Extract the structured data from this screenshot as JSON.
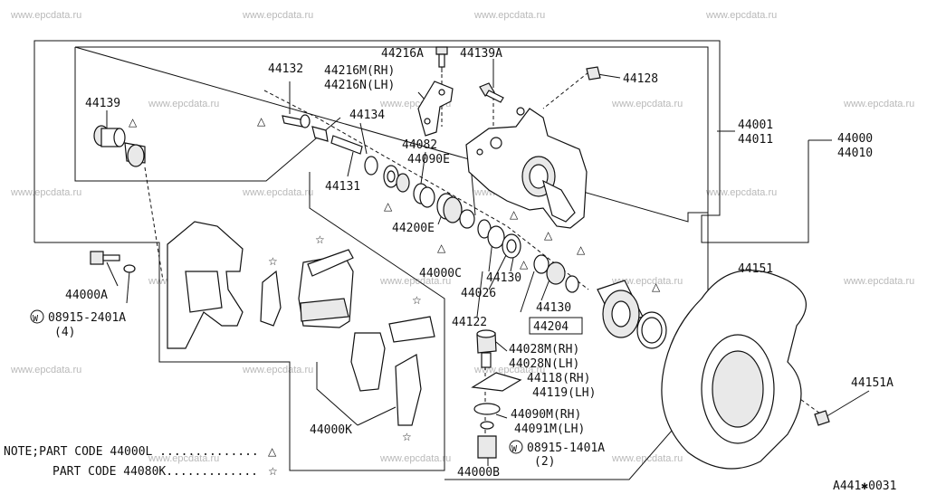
{
  "watermark": "www.epcdata.ru",
  "labels": {
    "p44216A": "44216A",
    "p44139A": "44139A",
    "p44128": "44128",
    "p44132": "44132",
    "p44216M": "44216M(RH)",
    "p44216N": "44216N(LH)",
    "p44139": "44139",
    "p44134": "44134",
    "p44082": "44082",
    "p44090E": "44090E",
    "p44131": "44131",
    "p44001": "44001",
    "p44011": "44011",
    "p44000": "44000",
    "p44010": "44010",
    "p44200E": "44200E",
    "p44000A": "44000A",
    "p08915_2401A": "08915-2401A",
    "p08915_2401A_qty": "(4)",
    "p44000C": "44000C",
    "p44130a": "44130",
    "p44026": "44026",
    "p44130b": "44130",
    "p44151": "44151",
    "p44204": "44204",
    "p44122": "44122",
    "p44028M": "44028M(RH)",
    "p44028N": "44028N(LH)",
    "p44118": "44118(RH)",
    "p44119": "44119(LH)",
    "p44151A": "44151A",
    "p44000K": "44000K",
    "p44090M": "44090M(RH)",
    "p44091M": "44091M(LH)",
    "p08915_1401A": "08915-1401A",
    "p08915_1401A_qty": "(2)",
    "p44000B": "44000B",
    "w_circle": "W"
  },
  "note": {
    "line1": "NOTE;PART CODE 44000L ..............",
    "line2": "PART CODE 44080K.............",
    "sym1": "△",
    "sym2": "☆"
  },
  "diagram_code": "A441✱0031"
}
